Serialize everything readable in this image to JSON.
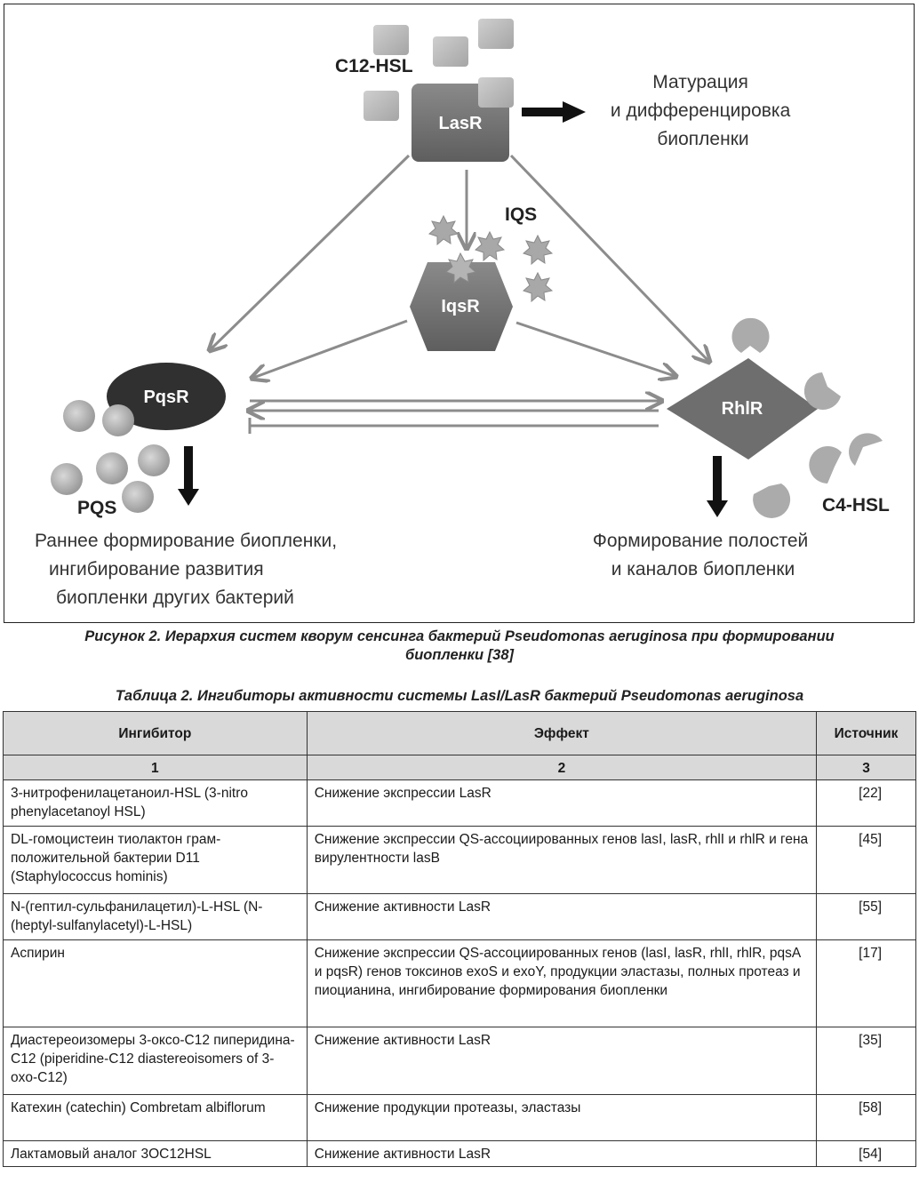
{
  "figure": {
    "nodes": {
      "lasr": "LasR",
      "iqsr": "IqsR",
      "pqsr": "PqsR",
      "rhlr": "RhlR"
    },
    "signals": {
      "c12": "C12-HSL",
      "iqs": "IQS",
      "pqs": "PQS",
      "c4": "C4-HSL"
    },
    "outcomes": {
      "top_right": [
        "Матурация",
        "и дифференцировка",
        "биопленки"
      ],
      "bottom_left": [
        "Раннее формирование биопленки,",
        "ингибирование развития",
        "биопленки других бактерий"
      ],
      "bottom_right": [
        "Формирование полостей",
        "и каналов биопленки"
      ]
    },
    "caption_line1": "Рисунок 2. Иерархия систем кворум сенсинга бактерий Pseudomonas aeruginosa при формировании",
    "caption_line2": "биопленки [38]"
  },
  "table": {
    "caption": "Таблица 2. Ингибиторы активности системы LasI/LasR бактерий Pseudomonas aeruginosa",
    "headers": [
      "Ингибитор",
      "Эффект",
      "Источник"
    ],
    "numbers": [
      "1",
      "2",
      "3"
    ],
    "rows": [
      {
        "inhibitor": "3-нитрофенилацетаноил-HSL (3-nitro phenylacetanoyl HSL)",
        "effect": "Снижение экспрессии LasR",
        "source": "[22]"
      },
      {
        "inhibitor": "DL-гомоцистеин тиолактон грам-положительной бактерии D11 (Staphylococcus hominis)",
        "effect": "Снижение экспрессии QS-ассоциированных генов lasI, lasR, rhlI и rhlR и гена вирулентности lasB",
        "source": "[45]"
      },
      {
        "inhibitor": "N-(гептил-сульфанилацетил)-L-HSL (N-(heptyl-sulfanylacetyl)-L-HSL)",
        "effect": "Снижение активности LasR",
        "source": "[55]"
      },
      {
        "inhibitor": "Аспирин",
        "effect": "Снижение экспрессии QS-ассоциированных генов (lasI, lasR, rhlI, rhlR, pqsA и pqsR) генов токсинов exoS и exoY, продукции эластазы, полных протеаз и пиоцианина, ингибирование формирования биопленки",
        "source": "[17]"
      },
      {
        "inhibitor": "Диастереоизомеры 3-оксо-C12 пиперидина-C12 (piperidine-C12 diastereoisomers of 3-oxo-C12)",
        "effect": "Снижение активности LasR",
        "source": "[35]"
      },
      {
        "inhibitor": "Катехин (catechin) Combretam albiflorum",
        "effect": "Снижение продукции протеазы, эластазы",
        "source": "[58]"
      },
      {
        "inhibitor": "Лактамовый аналог 3OC12HSL",
        "effect": "Снижение активности LasR",
        "source": "[54]"
      }
    ]
  }
}
